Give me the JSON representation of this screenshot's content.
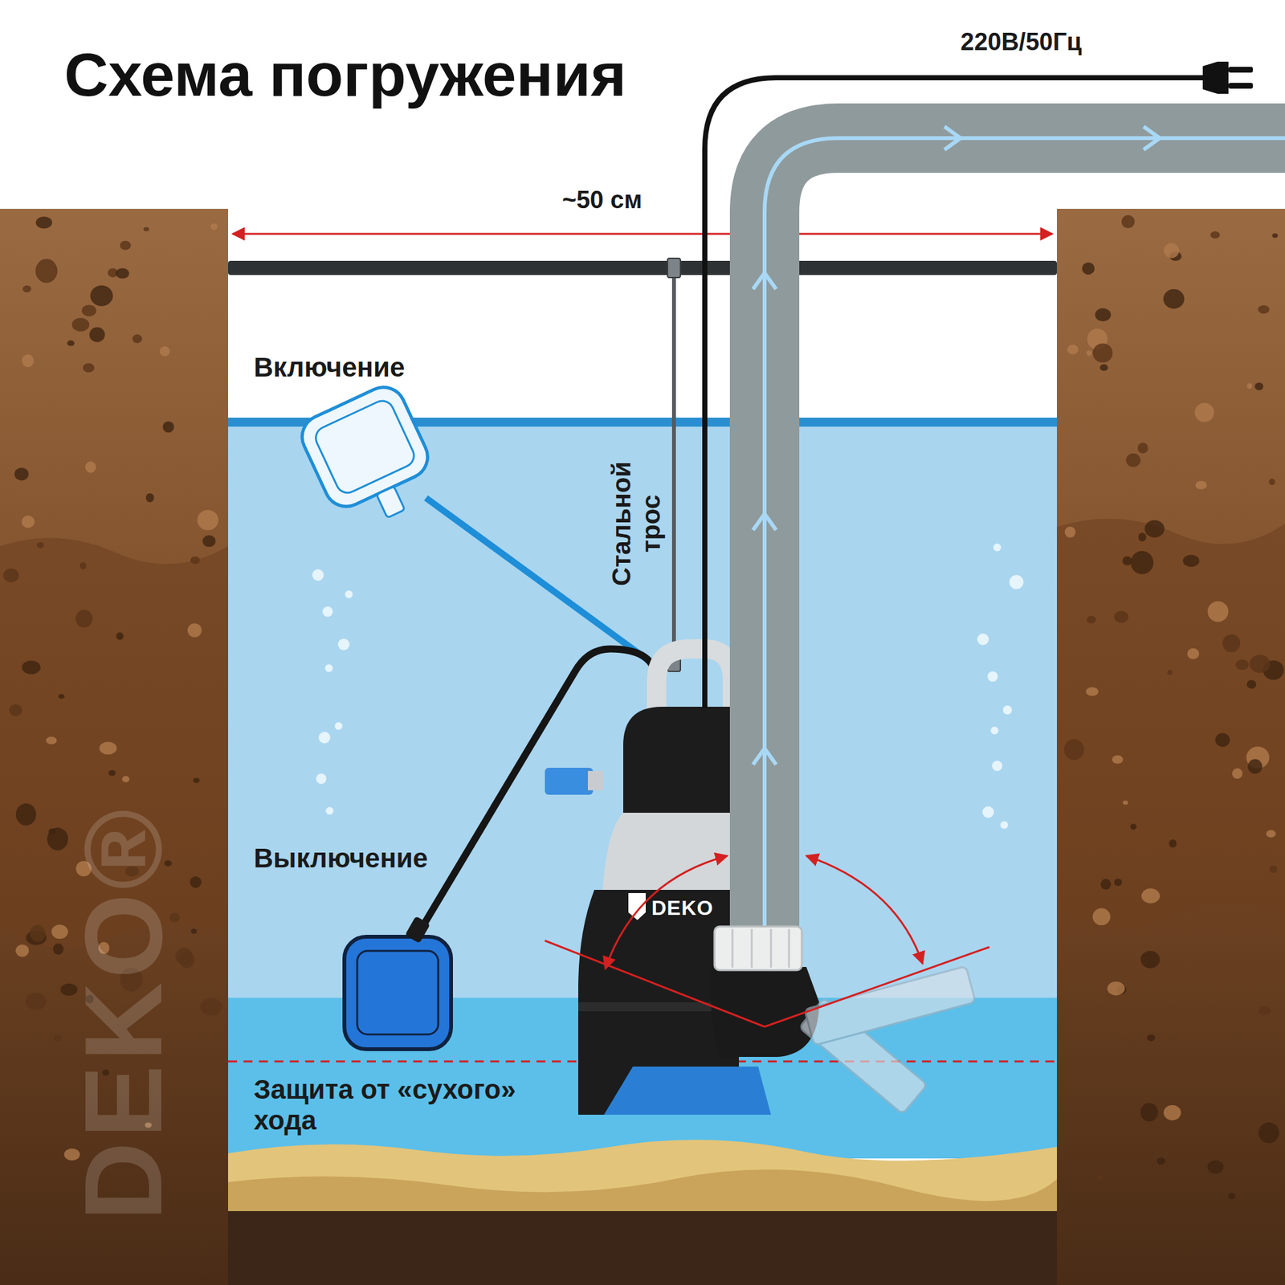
{
  "diagram": {
    "title": "Схема погружения",
    "labels": [
      "220В/50Гц",
      "~50 см",
      "Включение",
      "Стальной трос",
      "Выключение",
      "Защита от «сухого» хода",
      "DEKO",
      "DEKO®"
    ]
  }
}
